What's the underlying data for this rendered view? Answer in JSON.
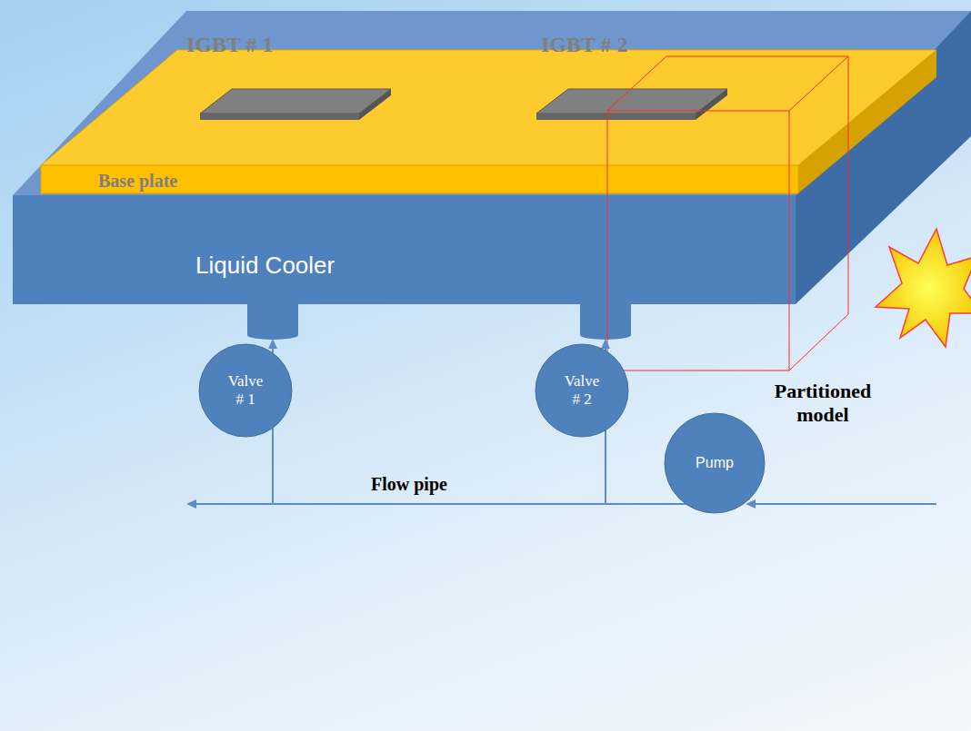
{
  "diagram": {
    "nodes": [
      {
        "text": [
          "Base plate"
        ]
      },
      {
        "text": [
          "IGBT # 1"
        ],
        "in": 0
      },
      {
        "text": [
          "IGBT # 2"
        ],
        "in": 0
      },
      {
        "text": [
          "Liquid Cooler"
        ]
      },
      {
        "text": [
          "Valve # 1"
        ]
      },
      {
        "text": [
          "Valve # 2"
        ]
      },
      {
        "text": [
          "Pump"
        ]
      }
    ],
    "edges": [
      {
        "from": 4,
        "to": 3,
        "arrow": "to"
      },
      {
        "from": 5,
        "to": 3,
        "arrow": "to"
      },
      {
        "from": 6,
        "to": 4,
        "arrow": "none"
      },
      {
        "from": 6,
        "to": 5,
        "arrow": "none"
      }
    ],
    "labels": [
      "Flow pipe",
      "Partitioned model"
    ]
  }
}
